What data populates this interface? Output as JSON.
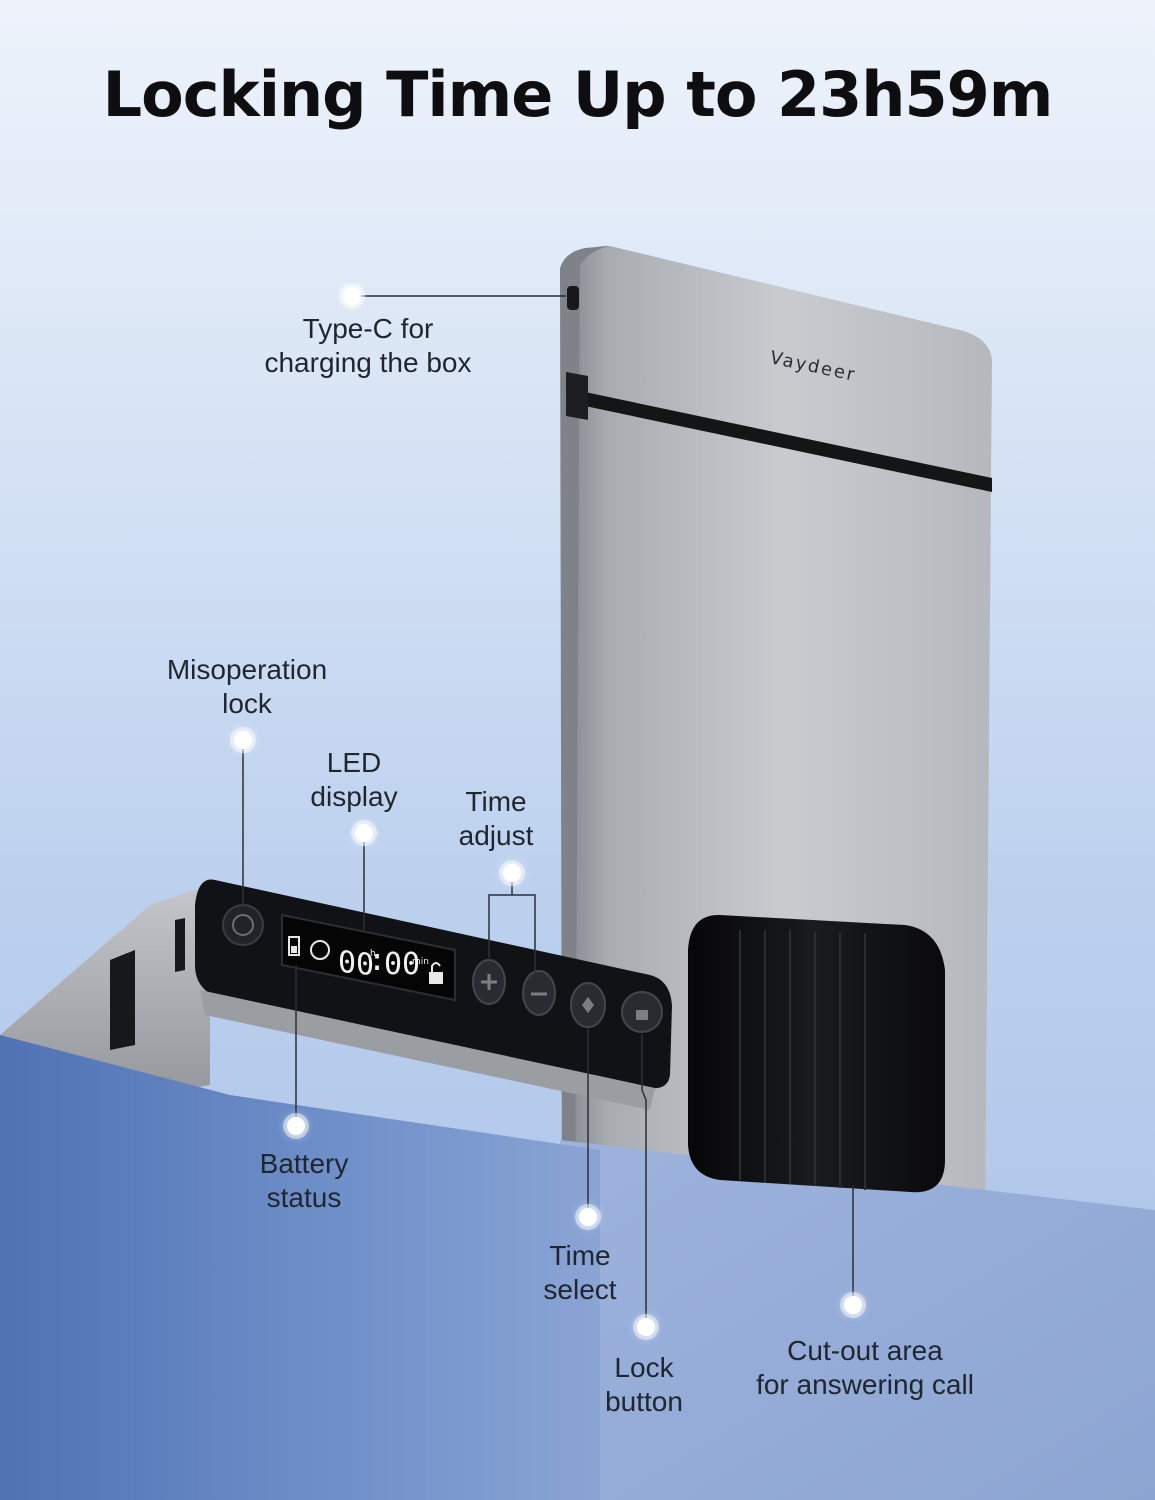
{
  "title": "Locking Time Up to 23h59m",
  "brand": "Vaydeer",
  "display": {
    "time_hours": "00",
    "hour_unit": "h",
    "time_minutes": "00",
    "minute_unit": "min"
  },
  "labels": {
    "type_c": [
      "Type-C for",
      "charging the box"
    ],
    "misoperation": [
      "Misoperation",
      "lock"
    ],
    "led": [
      "LED",
      "display"
    ],
    "time_adjust": [
      "Time",
      "adjust"
    ],
    "battery": [
      "Battery",
      "status"
    ],
    "time_select": [
      "Time",
      "select"
    ],
    "lock_button": [
      "Lock",
      "button"
    ],
    "cutout": [
      "Cut-out area",
      "for answering call"
    ]
  },
  "colors": {
    "accent_dot": "#ffffff",
    "body_aluminum": "#b9bcc1",
    "panel_black": "#111215"
  }
}
